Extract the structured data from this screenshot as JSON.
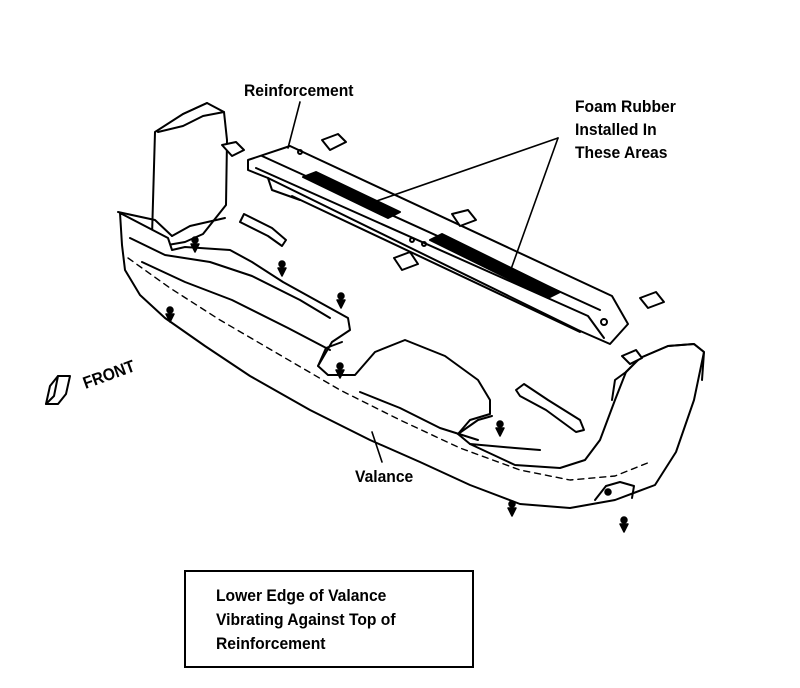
{
  "labels": {
    "reinforcement": "Reinforcement",
    "foam_line1": "Foam Rubber",
    "foam_line2": "Installed In",
    "foam_line3": "These Areas",
    "valance": "Valance",
    "front": "FRONT"
  },
  "caption": {
    "line1": "Lower Edge of Valance",
    "line2": "Vibrating Against Top of",
    "line3": "Reinforcement"
  }
}
